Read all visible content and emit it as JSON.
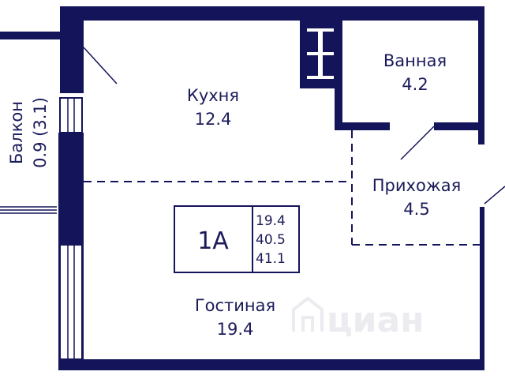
{
  "colors": {
    "wall": "#14145a",
    "text": "#1b1b5a",
    "watermark": "#e8e8ee"
  },
  "rooms": {
    "kitchen": {
      "name": "Кухня",
      "area": "12.4"
    },
    "bath": {
      "name": "Ванная",
      "area": "4.2"
    },
    "hall": {
      "name": "Прихожая",
      "area": "4.5"
    },
    "living": {
      "name": "Гостиная",
      "area": "19.4"
    },
    "balcony": {
      "name": "Балкон",
      "area": "0.9 (3.1)"
    }
  },
  "unit": {
    "type": "1А",
    "areas": [
      "19.4",
      "40.5",
      "41.1"
    ]
  },
  "watermark": {
    "text": "циан",
    "icon": "cian-house-logo-icon"
  }
}
